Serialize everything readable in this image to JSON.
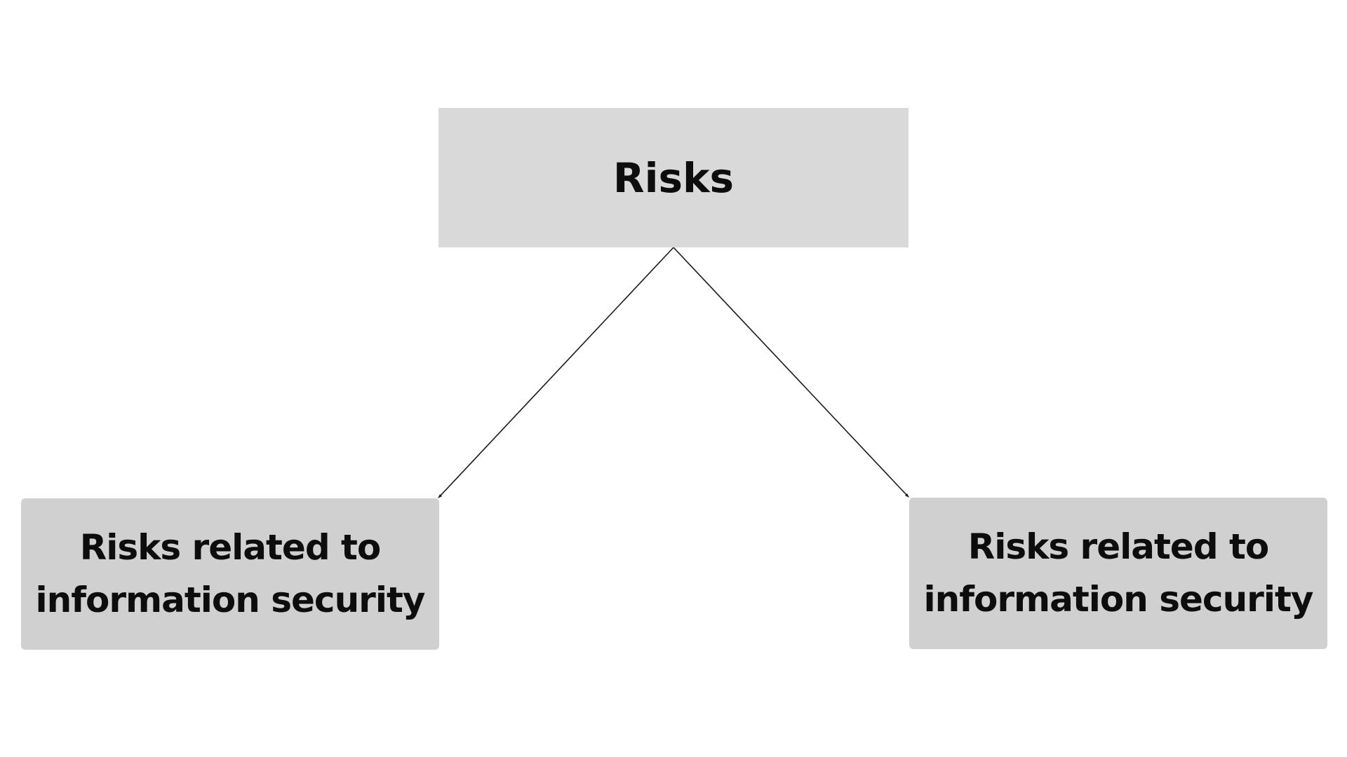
{
  "diagram": {
    "root": {
      "label": "Risks"
    },
    "children": [
      {
        "label": "Risks related to information security"
      },
      {
        "label": "Risks related to information security"
      }
    ],
    "colors": {
      "root_fill": "#d9d9d9",
      "child_fill": "#d0d0d0",
      "connector": "#1a1a1a",
      "text": "#0d0d0d",
      "background": "#ffffff"
    }
  }
}
